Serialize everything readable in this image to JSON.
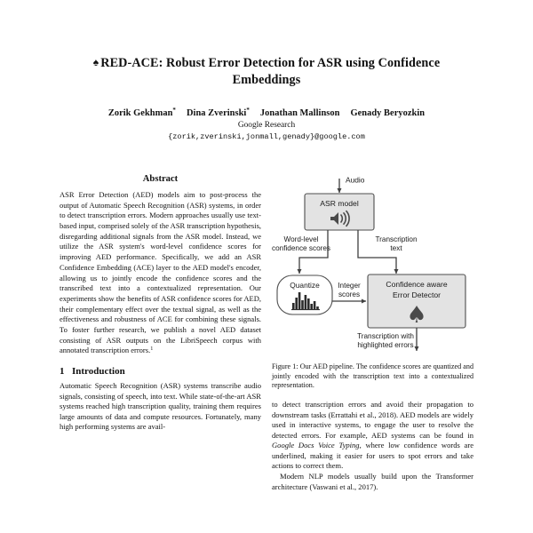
{
  "paper": {
    "title_symbol": "♠",
    "title": "RED-ACE: Robust Error Detection for ASR using Confidence Embeddings",
    "authors": [
      {
        "name": "Zorik Gekhman",
        "footnote": "*"
      },
      {
        "name": "Dina Zverinski",
        "footnote": "*"
      },
      {
        "name": "Jonathan Mallinson",
        "footnote": ""
      },
      {
        "name": "Genady Beryozkin",
        "footnote": ""
      }
    ],
    "affiliation": "Google Research",
    "email": "{zorik,zverinski,jonmall,genady}@google.com"
  },
  "abstract": {
    "heading": "Abstract",
    "text": "ASR Error Detection (AED)  models aim to post-process the output of Automatic Speech Recognition (ASR) systems, in order to detect transcription errors. Modern approaches usually use text-based input, comprised solely of the ASR transcription hypothesis, disregarding additional signals from the ASR model. Instead, we utilize the ASR system's word-level confidence scores for improving AED performance. Specifically, we add an ASR Confidence Embedding (ACE) layer to the AED model's encoder, allowing us to jointly encode the confidence scores and the transcribed text into a contextualized representation. Our experiments show the benefits of ASR confidence scores for AED, their complementary effect over the textual signal, as well as the effectiveness and robustness of ACE for combining these signals. To foster further research, we publish a novel AED dataset consisting of ASR outputs on the LibriSpeech corpus with annotated transcription errors.",
    "footnote_marker": "1"
  },
  "introduction": {
    "number": "1",
    "heading": "Introduction",
    "paragraph_1": "Automatic Speech Recognition (ASR) systems transcribe audio signals, consisting of speech, into text. While state-of-the-art ASR systems reached high transcription quality, training them requires large amounts of data and compute resources. Fortunately, many high performing systems are avail-"
  },
  "figure": {
    "caption_label": "Figure 1:",
    "caption_text": "Our AED pipeline. The confidence scores are quantized and jointly encoded with the transcription text into a contextualized representation.",
    "nodes": {
      "audio": "Audio",
      "asr_model": "ASR model",
      "quantize": "Quantize",
      "detector_line1": "Confidence aware",
      "detector_line2": "Error Detector"
    },
    "edges": {
      "word_level_line1": "Word-level",
      "word_level_line2": "confidence scores",
      "transcription_line1": "Transcription",
      "transcription_line2": "text",
      "integer_line1": "Integer",
      "integer_line2": "scores",
      "output_line1": "Transcription with",
      "output_line2": "highlighted errors"
    },
    "icons": {
      "speaker": "speaker-icon",
      "histogram": "histogram-icon",
      "spade": "♠"
    },
    "colors": {
      "box_fill": "#e3e3e3",
      "box_stroke": "#4d4d4d",
      "arrow": "#3f3f3f",
      "glyph": "#4a4a4a"
    }
  },
  "right_column": {
    "paragraph_1": "to detect transcription errors and avoid their propagation to downstream tasks (Errattahi et al., 2018). AED models are widely used in interactive systems, to engage the user to resolve the detected errors. For example, AED systems can be found in ",
    "paragraph_1_italic": "Google Docs Voice Typing",
    "paragraph_1_cont": ", where low confidence words are underlined, making it easier for users to spot errors and take actions to correct them.",
    "paragraph_2": "Modern NLP models usually build upon the Transformer architecture (Vaswani et al., 2017)."
  }
}
